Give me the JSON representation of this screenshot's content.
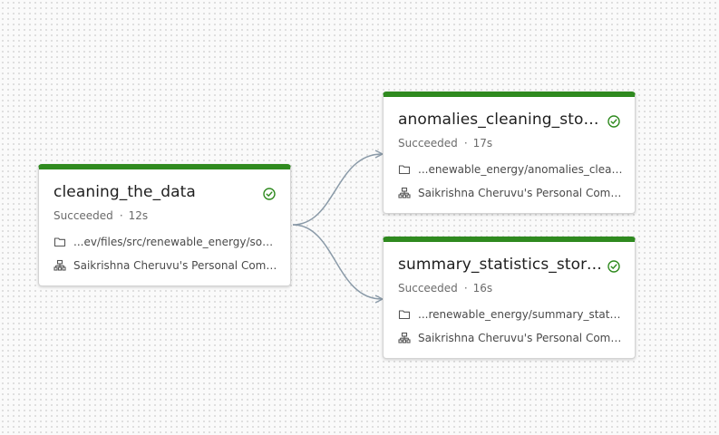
{
  "colors": {
    "success_green": "#2f8a1f",
    "edge_gray": "#8a9aa8"
  },
  "icons": {
    "status": "check-circle-icon",
    "path": "folder-icon",
    "cluster": "cluster-icon"
  },
  "tasks": [
    {
      "name": "cleaning_the_data",
      "status": "Succeeded",
      "separator": "·",
      "duration": "12s",
      "path": "...ev/files/src/renewable_energy/source",
      "cluster": "Saikrishna Cheruvu's Personal Compu..."
    },
    {
      "name": "anomalies_cleaning_storein...",
      "status": "Succeeded",
      "separator": "·",
      "duration": "17s",
      "path": "...enewable_energy/anomalies_cleaning",
      "cluster": "Saikrishna Cheruvu's Personal Compu..."
    },
    {
      "name": "summary_statistics_storein...",
      "status": "Succeeded",
      "separator": "·",
      "duration": "16s",
      "path": "...renewable_energy/summary_statistics",
      "cluster": "Saikrishna Cheruvu's Personal Compu..."
    }
  ]
}
